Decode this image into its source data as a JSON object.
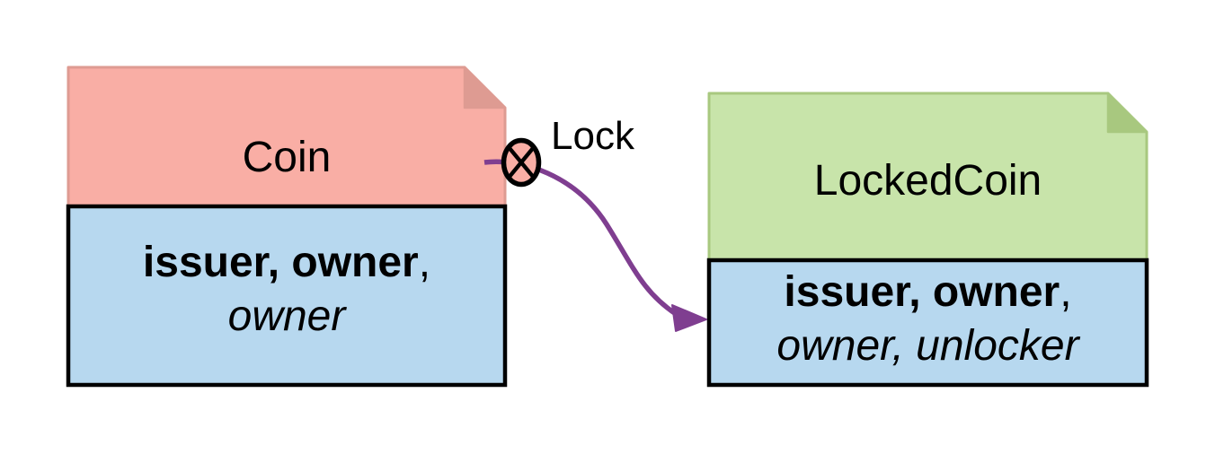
{
  "diagram": {
    "kind": "class-note-diagram"
  },
  "colors": {
    "pink": "#F9AEA5",
    "pink_dark": "#DE9B92",
    "green": "#C8E4AA",
    "green_dark": "#A8C87F",
    "blue": "#B7D8EF",
    "purple": "#7F3E90",
    "black": "#000000"
  },
  "cards": {
    "coin": {
      "title": "Coin",
      "attrs_bold": "issuer, owner",
      "attrs_suffix": ",",
      "attrs_italic": "owner"
    },
    "locked_coin": {
      "title": "LockedCoin",
      "attrs_bold": "issuer, owner",
      "attrs_suffix": ",",
      "attrs_italic": "owner, unlocker"
    }
  },
  "arrow": {
    "label": "Lock"
  }
}
